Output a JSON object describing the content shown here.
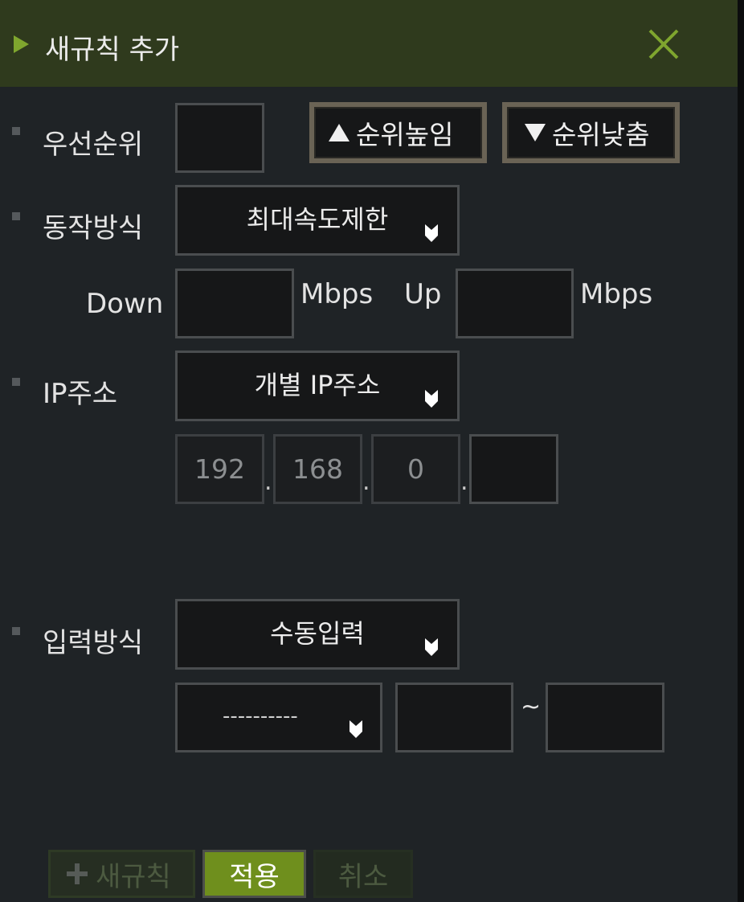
{
  "dialog": {
    "title": "새규칙 추가"
  },
  "priority": {
    "label": "우선순위",
    "value": "",
    "up_label": "순위높임",
    "down_label": "순위낮춤"
  },
  "mode": {
    "label": "동작방식",
    "selected": "최대속도제한"
  },
  "bandwidth": {
    "down_label": "Down",
    "up_label": "Up",
    "unit": "Mbps",
    "down_value": "",
    "up_value": ""
  },
  "ip": {
    "label": "IP주소",
    "selected": "개별 IP주소",
    "octets": [
      "192",
      "168",
      "0",
      ""
    ],
    "dot": "."
  },
  "input_mode": {
    "label": "입력방식",
    "selected": "수동입력",
    "sub_selected": "----------",
    "range_sep": "~",
    "from_value": "",
    "to_value": ""
  },
  "footer": {
    "new_rule": "새규칙",
    "apply": "적용",
    "cancel": "취소"
  },
  "colors": {
    "title_bg": "#2f3a1d",
    "accent": "#7fa62e",
    "apply_bg": "#6f8f1d",
    "body_bg": "#1f2326"
  }
}
